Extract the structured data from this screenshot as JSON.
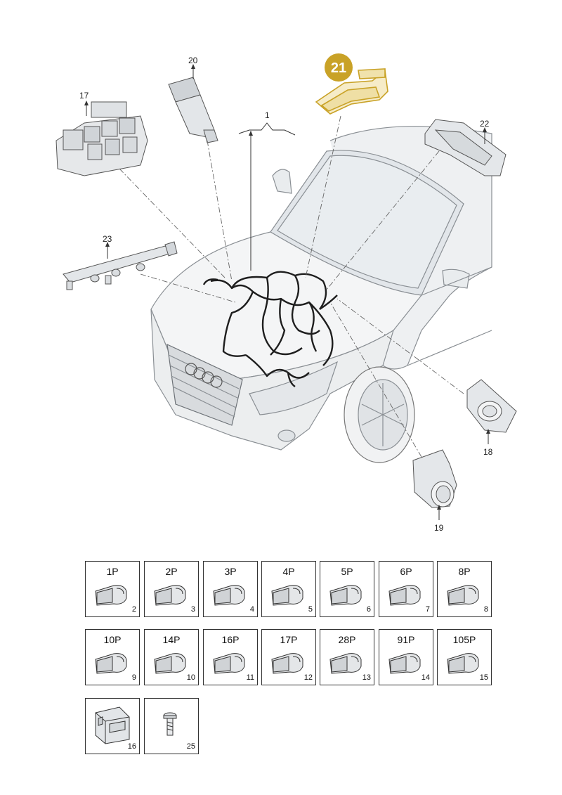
{
  "callouts": {
    "c1": "1",
    "c17": "17",
    "c18": "18",
    "c19": "19",
    "c20": "20",
    "c21": "21",
    "c22": "22",
    "c23": "23"
  },
  "highlight_color": "#c9a227",
  "connectors": [
    {
      "pins": "1P",
      "num": "2"
    },
    {
      "pins": "2P",
      "num": "3"
    },
    {
      "pins": "3P",
      "num": "4"
    },
    {
      "pins": "4P",
      "num": "5"
    },
    {
      "pins": "5P",
      "num": "6"
    },
    {
      "pins": "6P",
      "num": "7"
    },
    {
      "pins": "8P",
      "num": "8"
    },
    {
      "pins": "10P",
      "num": "9"
    },
    {
      "pins": "14P",
      "num": "10"
    },
    {
      "pins": "16P",
      "num": "11"
    },
    {
      "pins": "17P",
      "num": "12"
    },
    {
      "pins": "28P",
      "num": "13"
    },
    {
      "pins": "91P",
      "num": "14"
    },
    {
      "pins": "105P",
      "num": "15"
    }
  ],
  "extras": [
    {
      "num": "16",
      "icon": "control-unit-housing-icon"
    },
    {
      "num": "25",
      "icon": "bolt-icon"
    }
  ]
}
